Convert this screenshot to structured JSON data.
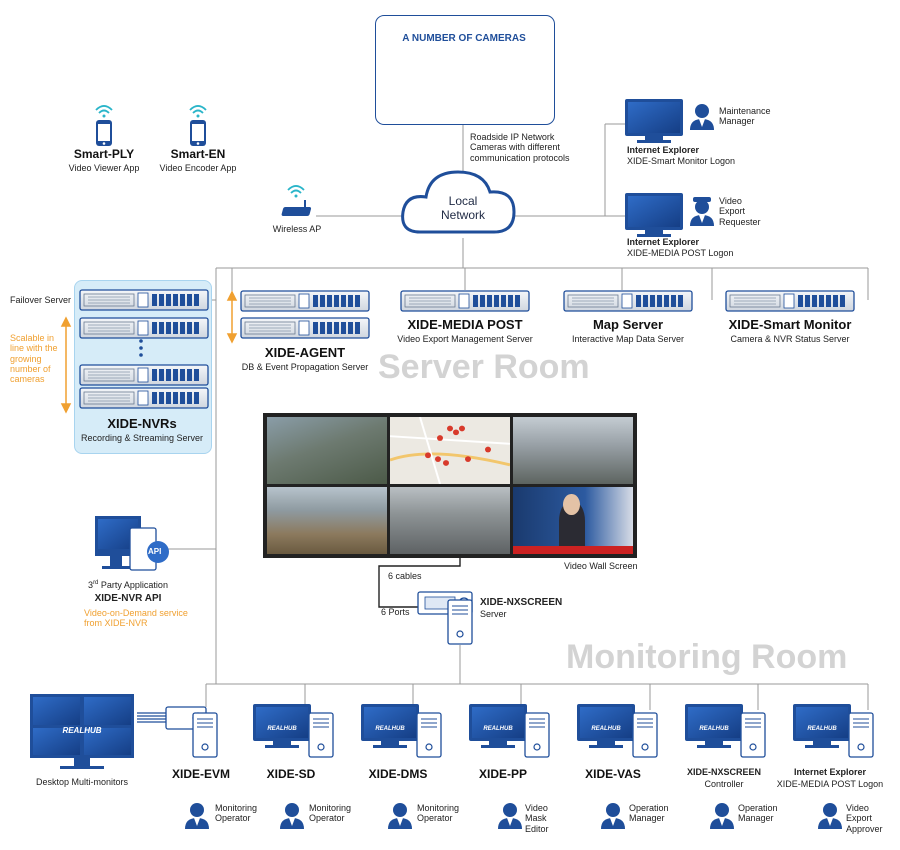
{
  "cameras": {
    "title": "A NUMBER OF CAMERAS"
  },
  "camera_note": [
    "Roadside IP Network",
    "Cameras with different",
    "communication protocols"
  ],
  "local_network": [
    "Local",
    "Network"
  ],
  "wireless_ap": "Wireless AP",
  "smart_ply": {
    "name": "Smart-PLY",
    "desc": "Video Viewer App"
  },
  "smart_en": {
    "name": "Smart-EN",
    "desc": "Video Encoder App"
  },
  "maintenance": {
    "role": [
      "Maintenance",
      "Manager"
    ],
    "browser": "Internet Explorer",
    "app": "XIDE-Smart Monitor Logon"
  },
  "export_requester": {
    "role": [
      "Video",
      "Export",
      "Requester"
    ],
    "browser": "Internet Explorer",
    "app": "XIDE-MEDIA POST Logon"
  },
  "failover": "Failover Server",
  "scalable": [
    "Scalable in",
    "line with the",
    "growing",
    "number of",
    "cameras"
  ],
  "nvrs": {
    "name": "XIDE-NVRs",
    "desc": "Recording & Streaming Server"
  },
  "agent": {
    "name": "XIDE-AGENT",
    "desc": "DB & Event Propagation Server"
  },
  "media_post": {
    "name": "XIDE-MEDIA POST",
    "desc": "Video Export Management Server"
  },
  "map_server": {
    "name": "Map Server",
    "desc": "Interactive Map Data Server"
  },
  "smart_monitor": {
    "name": "XIDE-Smart Monitor",
    "desc": "Camera & NVR Status Server"
  },
  "server_room": "Server Room",
  "monitoring_room": "Monitoring Room",
  "api": {
    "icon_label": "API",
    "party_pre": "3",
    "party_sup": "rd",
    "party_post": " Party Application",
    "name": "XIDE-NVR API",
    "note": [
      "Video-on-Demand service",
      "from XIDE-NVR"
    ]
  },
  "video_wall": {
    "caption": "Video Wall Screen",
    "cables": "6 cables",
    "ports": "6 Ports"
  },
  "nxscreen_server": {
    "name": "XIDE-NXSCREEN",
    "desc": "Server"
  },
  "desktop_multi": "Desktop Multi-monitors",
  "brand": "REALHUB",
  "clients": [
    {
      "name": "XIDE-EVM",
      "sub": "",
      "role": [
        "Monitoring",
        "Operator"
      ]
    },
    {
      "name": "XIDE-SD",
      "sub": "",
      "role": [
        "Monitoring",
        "Operator"
      ]
    },
    {
      "name": "XIDE-DMS",
      "sub": "",
      "role": [
        "Monitoring",
        "Operator"
      ]
    },
    {
      "name": "XIDE-PP",
      "sub": "",
      "role": [
        "Video",
        "Mask",
        "Editor"
      ]
    },
    {
      "name": "XIDE-VAS",
      "sub": "",
      "role": [
        "Operation",
        "Manager"
      ]
    },
    {
      "name": "XIDE-NXSCREEN",
      "sub": "Controller",
      "role": [
        "Operation",
        "Manager"
      ]
    },
    {
      "name": "Internet Explorer",
      "sub": "XIDE-MEDIA POST Logon",
      "role": [
        "Video",
        "Export",
        "Approver"
      ]
    }
  ],
  "colors": {
    "primary": "#1f4e9a",
    "accent": "#f0a030",
    "panel": "#d6ecf8",
    "line": "#9a9a9a",
    "watermark": "#d3d3d3"
  }
}
